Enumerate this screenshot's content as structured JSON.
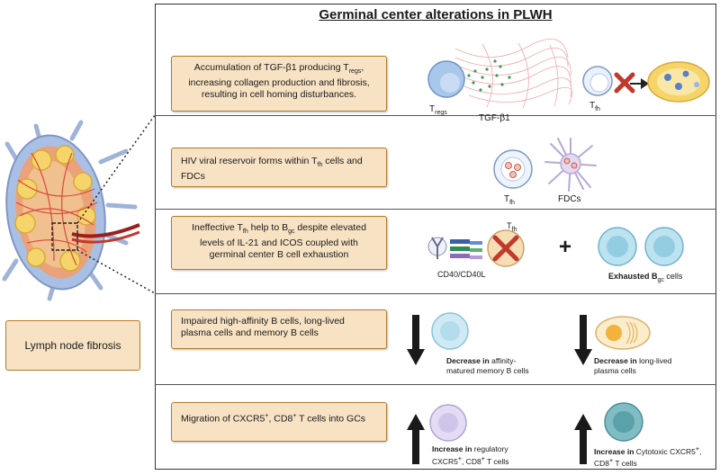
{
  "title": "Germinal center alterations in PLWH",
  "left": {
    "caption": "Lymph node fibrosis"
  },
  "rows": [
    {
      "text_parts": [
        "Accumulation of TGF-β1 producing T",
        "regs",
        ", increasing collagen production and fibrosis, resulting in cell homing disturbances."
      ],
      "labels": {
        "tregs_main": "T",
        "tregs_sub": "regs",
        "tgf": "TGF-β1",
        "tfh_main": "T",
        "tfh_sub": "fh"
      }
    },
    {
      "text_parts": [
        "HIV viral reservoir forms within T",
        "fh",
        " cells and FDCs"
      ],
      "labels": {
        "tfh_main": "T",
        "tfh_sub": "fh",
        "fdcs": "FDCs"
      }
    },
    {
      "text_parts": [
        "Ineffective T",
        "fh",
        " help to B",
        "gc",
        " despite elevated levels of IL-21 and ICOS coupled with germinal center B cell exhaustion"
      ],
      "labels": {
        "cd40": "CD40/CD40L",
        "tfh_main": "T",
        "tfh_sub": "fh",
        "plus": "+",
        "exh_1": "Exhausted B",
        "exh_sub": "gc",
        "exh_2": " cells"
      }
    },
    {
      "text": "Impaired high-affinity B cells, long-lived plasma cells and memory B cells",
      "left_bold": "Decrease in",
      "left_rest": " affinity-matured memory B cells",
      "right_bold": "Decrease in",
      "right_rest": " long-lived plasma cells"
    },
    {
      "text_parts": [
        "Migration of CXCR5",
        "+",
        ", CD8",
        "+",
        " T cells into GCs"
      ],
      "left_bold": "Increase in",
      "left_rest_1": " regulatory CXCR5",
      "left_rest_2": ", CD8",
      "left_rest_3": " T cells",
      "right_bold": "Increase in",
      "right_rest_1": " Cytotoxic CXCR5",
      "right_rest_2": ", CD8",
      "right_rest_3": " T cells",
      "plus_sign": "+"
    }
  ],
  "colors": {
    "box_fill": "#f7e2c3",
    "box_border": "#b47a2c",
    "cross": "#c0392b",
    "tissue_red": "#d94a3a",
    "cell_blue": "#bde3f0"
  }
}
